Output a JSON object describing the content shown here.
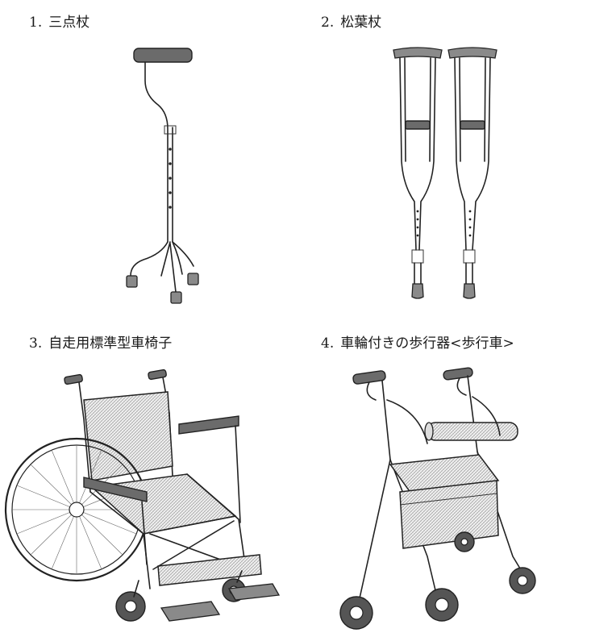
{
  "panels": [
    {
      "number": "1.",
      "label": "三点杖",
      "icon": "quad-cane-icon"
    },
    {
      "number": "2.",
      "label": "松葉杖",
      "icon": "crutches-icon"
    },
    {
      "number": "3.",
      "label": "自走用標準型車椅子",
      "icon": "wheelchair-icon"
    },
    {
      "number": "4.",
      "label": "車輪付きの歩行器<歩行車>",
      "icon": "rollator-icon"
    }
  ]
}
